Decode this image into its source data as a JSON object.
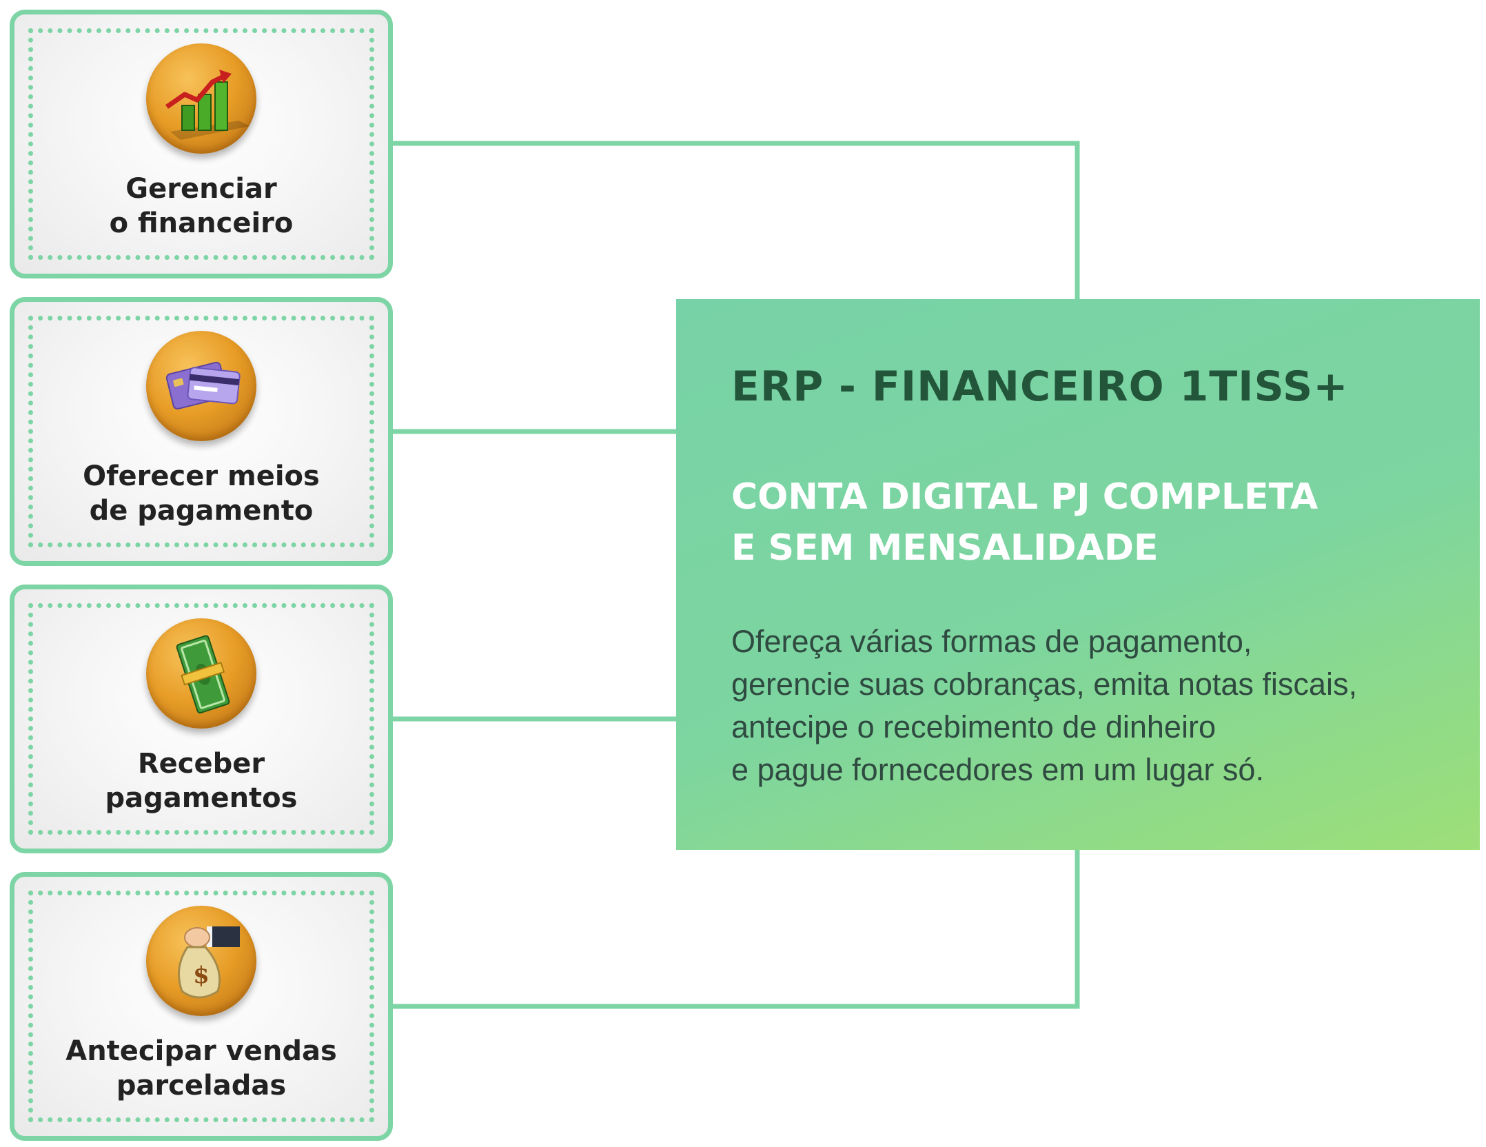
{
  "cards": [
    {
      "icon": "growth-chart-icon",
      "lines": [
        "Gerenciar",
        "o financeiro"
      ]
    },
    {
      "icon": "credit-card-icon",
      "lines": [
        "Oferecer meios",
        "de pagamento"
      ]
    },
    {
      "icon": "cash-bundle-icon",
      "lines": [
        "Receber",
        "pagamentos"
      ]
    },
    {
      "icon": "money-bag-icon",
      "lines": [
        "Antecipar vendas",
        "parceladas"
      ]
    }
  ],
  "main": {
    "title": "ERP - FINANCEIRO 1TISS+",
    "subtitle": [
      "CONTA DIGITAL PJ COMPLETA",
      "E SEM MENSALIDADE"
    ],
    "description": [
      "Ofereça várias formas de pagamento,",
      "gerencie suas cobranças, emita notas fiscais,",
      "antecipe o recebimento de dinheiro",
      "e pague fornecedores em um lugar só."
    ]
  },
  "colors": {
    "accent": "#7dd4a4",
    "box_gradient_start": "#77d2a7",
    "box_gradient_end": "#9ddf78",
    "title_text": "#23553b",
    "subtitle_text": "#ffffff",
    "icon_gold": "#e79c26"
  }
}
